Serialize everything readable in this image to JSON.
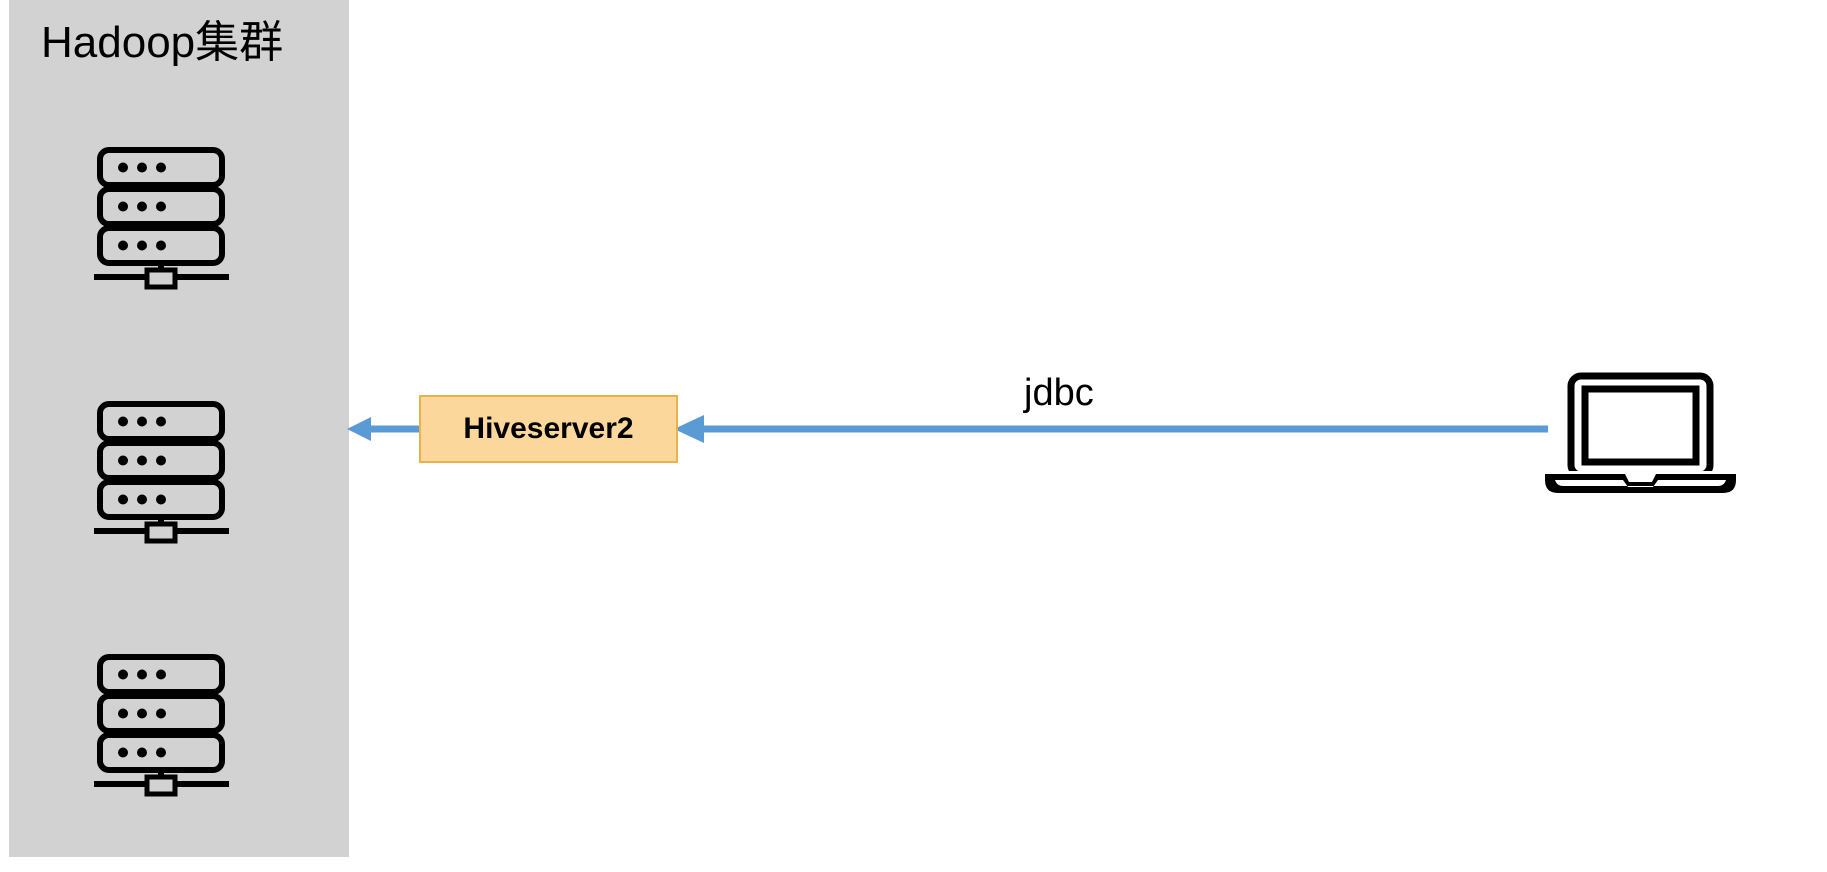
{
  "diagram": {
    "type": "architecture-diagram",
    "background_color": "#ffffff",
    "cluster": {
      "title": "Hadoop集群",
      "panel_color": "#d2d2d2",
      "node_icon_name": "server-rack-icon",
      "node_count": 3,
      "node_rows_per_icon": 3,
      "node_dots_per_row": 3
    },
    "service": {
      "label": "Hiveserver2",
      "fill_color": "#fcd79b",
      "border_color": "#e8b44a",
      "text_color": "#000000"
    },
    "connection": {
      "label": "jdbc",
      "arrow_color": "#5b9bd5",
      "direction": "client-to-hiveserver2-to-cluster"
    },
    "client": {
      "icon_name": "laptop-icon",
      "stroke_color": "#000000"
    },
    "watermark": ""
  }
}
